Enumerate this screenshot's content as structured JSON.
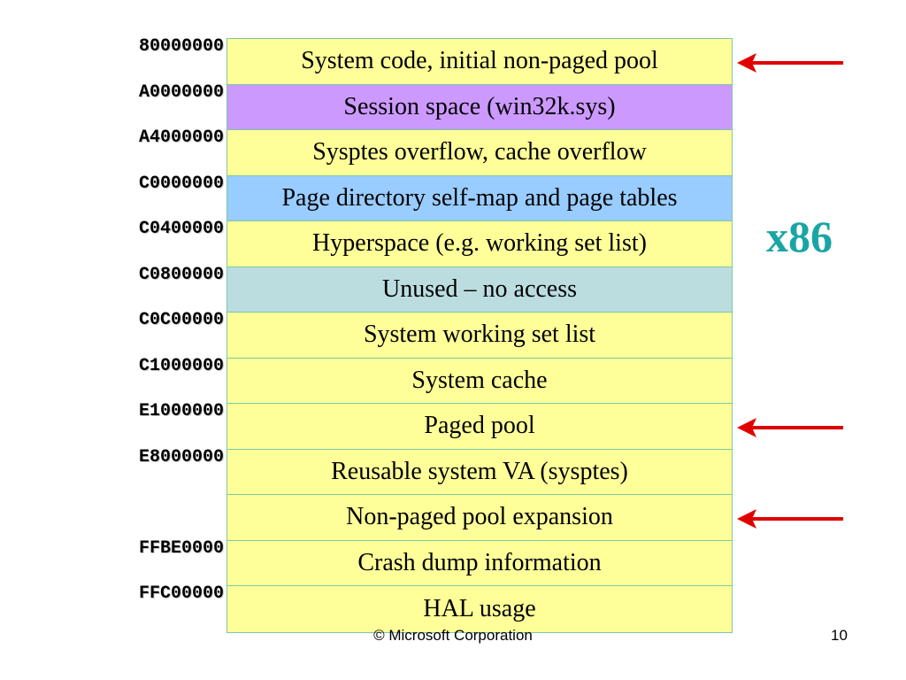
{
  "regions": [
    {
      "label": "System code, initial non-paged pool",
      "color": "#ffff99"
    },
    {
      "label": "Session space (win32k.sys)",
      "color": "#cc99ff"
    },
    {
      "label": "Sysptes overflow, cache overflow",
      "color": "#ffff99"
    },
    {
      "label": "Page directory self-map and page tables",
      "color": "#99ccff"
    },
    {
      "label": "Hyperspace (e.g. working set list)",
      "color": "#ffff99"
    },
    {
      "label": "Unused – no access",
      "color": "#bbdde0"
    },
    {
      "label": "System working set list",
      "color": "#ffff99"
    },
    {
      "label": "System cache",
      "color": "#ffff99"
    },
    {
      "label": "Paged pool",
      "color": "#ffff99"
    },
    {
      "label": "Reusable system VA (sysptes)",
      "color": "#ffff99"
    },
    {
      "label": "Non-paged pool expansion",
      "color": "#ffff99"
    },
    {
      "label": "Crash dump information",
      "color": "#ffff99"
    },
    {
      "label": "HAL usage",
      "color": "#ffff99"
    }
  ],
  "addresses": [
    {
      "text": "80000000",
      "row": 0
    },
    {
      "text": "A0000000",
      "row": 1
    },
    {
      "text": "A4000000",
      "row": 2
    },
    {
      "text": "C0000000",
      "row": 3
    },
    {
      "text": "C0400000",
      "row": 4
    },
    {
      "text": "C0800000",
      "row": 5
    },
    {
      "text": "C0C00000",
      "row": 6
    },
    {
      "text": "C1000000",
      "row": 7
    },
    {
      "text": "E1000000",
      "row": 8
    },
    {
      "text": "E8000000",
      "row": 9
    },
    {
      "text": "FFBE0000",
      "row": 11
    },
    {
      "text": "FFC00000",
      "row": 12
    }
  ],
  "highlight_arrows": [
    {
      "points_to_row": 0
    },
    {
      "points_to_row": 8
    },
    {
      "points_to_row": 10
    }
  ],
  "arrow_color": "#e00000",
  "arch_label": "x86",
  "arch_label_color": "#1aa5a5",
  "footer": {
    "copyright": "© Microsoft Corporation",
    "page_number": "10"
  }
}
